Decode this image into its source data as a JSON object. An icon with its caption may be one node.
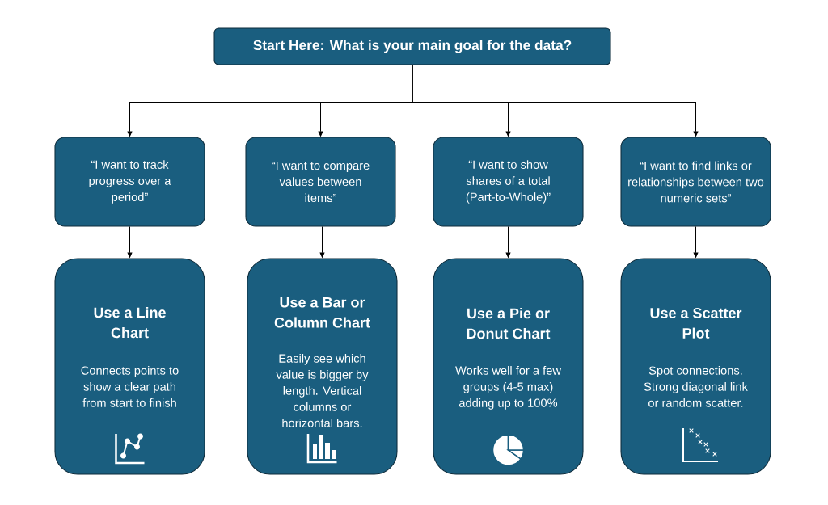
{
  "diagram": {
    "nodes": [
      {
        "text": [
          "Start Here: What is your main goal for the data?"
        ]
      },
      {
        "text": [
          "“I want to track progress over a period”"
        ]
      },
      {
        "text": [
          "“I want to compare values between items”"
        ]
      },
      {
        "text": [
          "“I want to show shares of a total (Part-to-Whole)”"
        ]
      },
      {
        "text": [
          "“I want to find links or relationships between two numeric sets”"
        ]
      },
      {
        "text": [
          "Use a Line Chart",
          "Connects points to show a clear path from start to finish"
        ]
      },
      {
        "text": [
          "Use a Bar or Column Chart",
          "Easily see which value is bigger by length. Vertical columns or horizontal bars."
        ]
      },
      {
        "text": [
          "Use a Pie or Donut Chart",
          "Works well for a few groups (4-5 max) adding up to 100%"
        ]
      },
      {
        "text": [
          "Use a Scatter Plot",
          "Spot connections. Strong diagonal link or random scatter."
        ]
      }
    ],
    "edges": [
      {
        "from": 0,
        "to": 1,
        "arrow": "to"
      },
      {
        "from": 0,
        "to": 2,
        "arrow": "to"
      },
      {
        "from": 0,
        "to": 3,
        "arrow": "to"
      },
      {
        "from": 0,
        "to": 4,
        "arrow": "to"
      },
      {
        "from": 1,
        "to": 5,
        "arrow": "to"
      },
      {
        "from": 2,
        "to": 6,
        "arrow": "to"
      },
      {
        "from": 3,
        "to": 7,
        "arrow": "to"
      },
      {
        "from": 4,
        "to": 8,
        "arrow": "to"
      }
    ]
  }
}
